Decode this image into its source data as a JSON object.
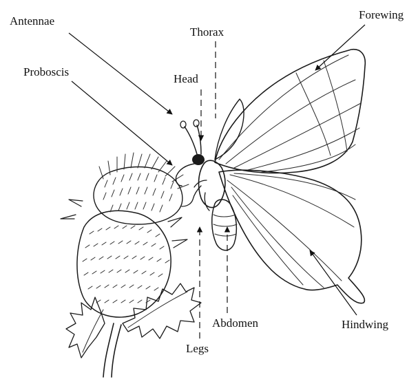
{
  "diagram": {
    "labels": {
      "antennae": "Antennae",
      "thorax": "Thorax",
      "forewing": "Forewing",
      "proboscis": "Proboscis",
      "head": "Head",
      "abdomen": "Abdomen",
      "legs": "Legs",
      "hindwing": "Hindwing"
    }
  }
}
